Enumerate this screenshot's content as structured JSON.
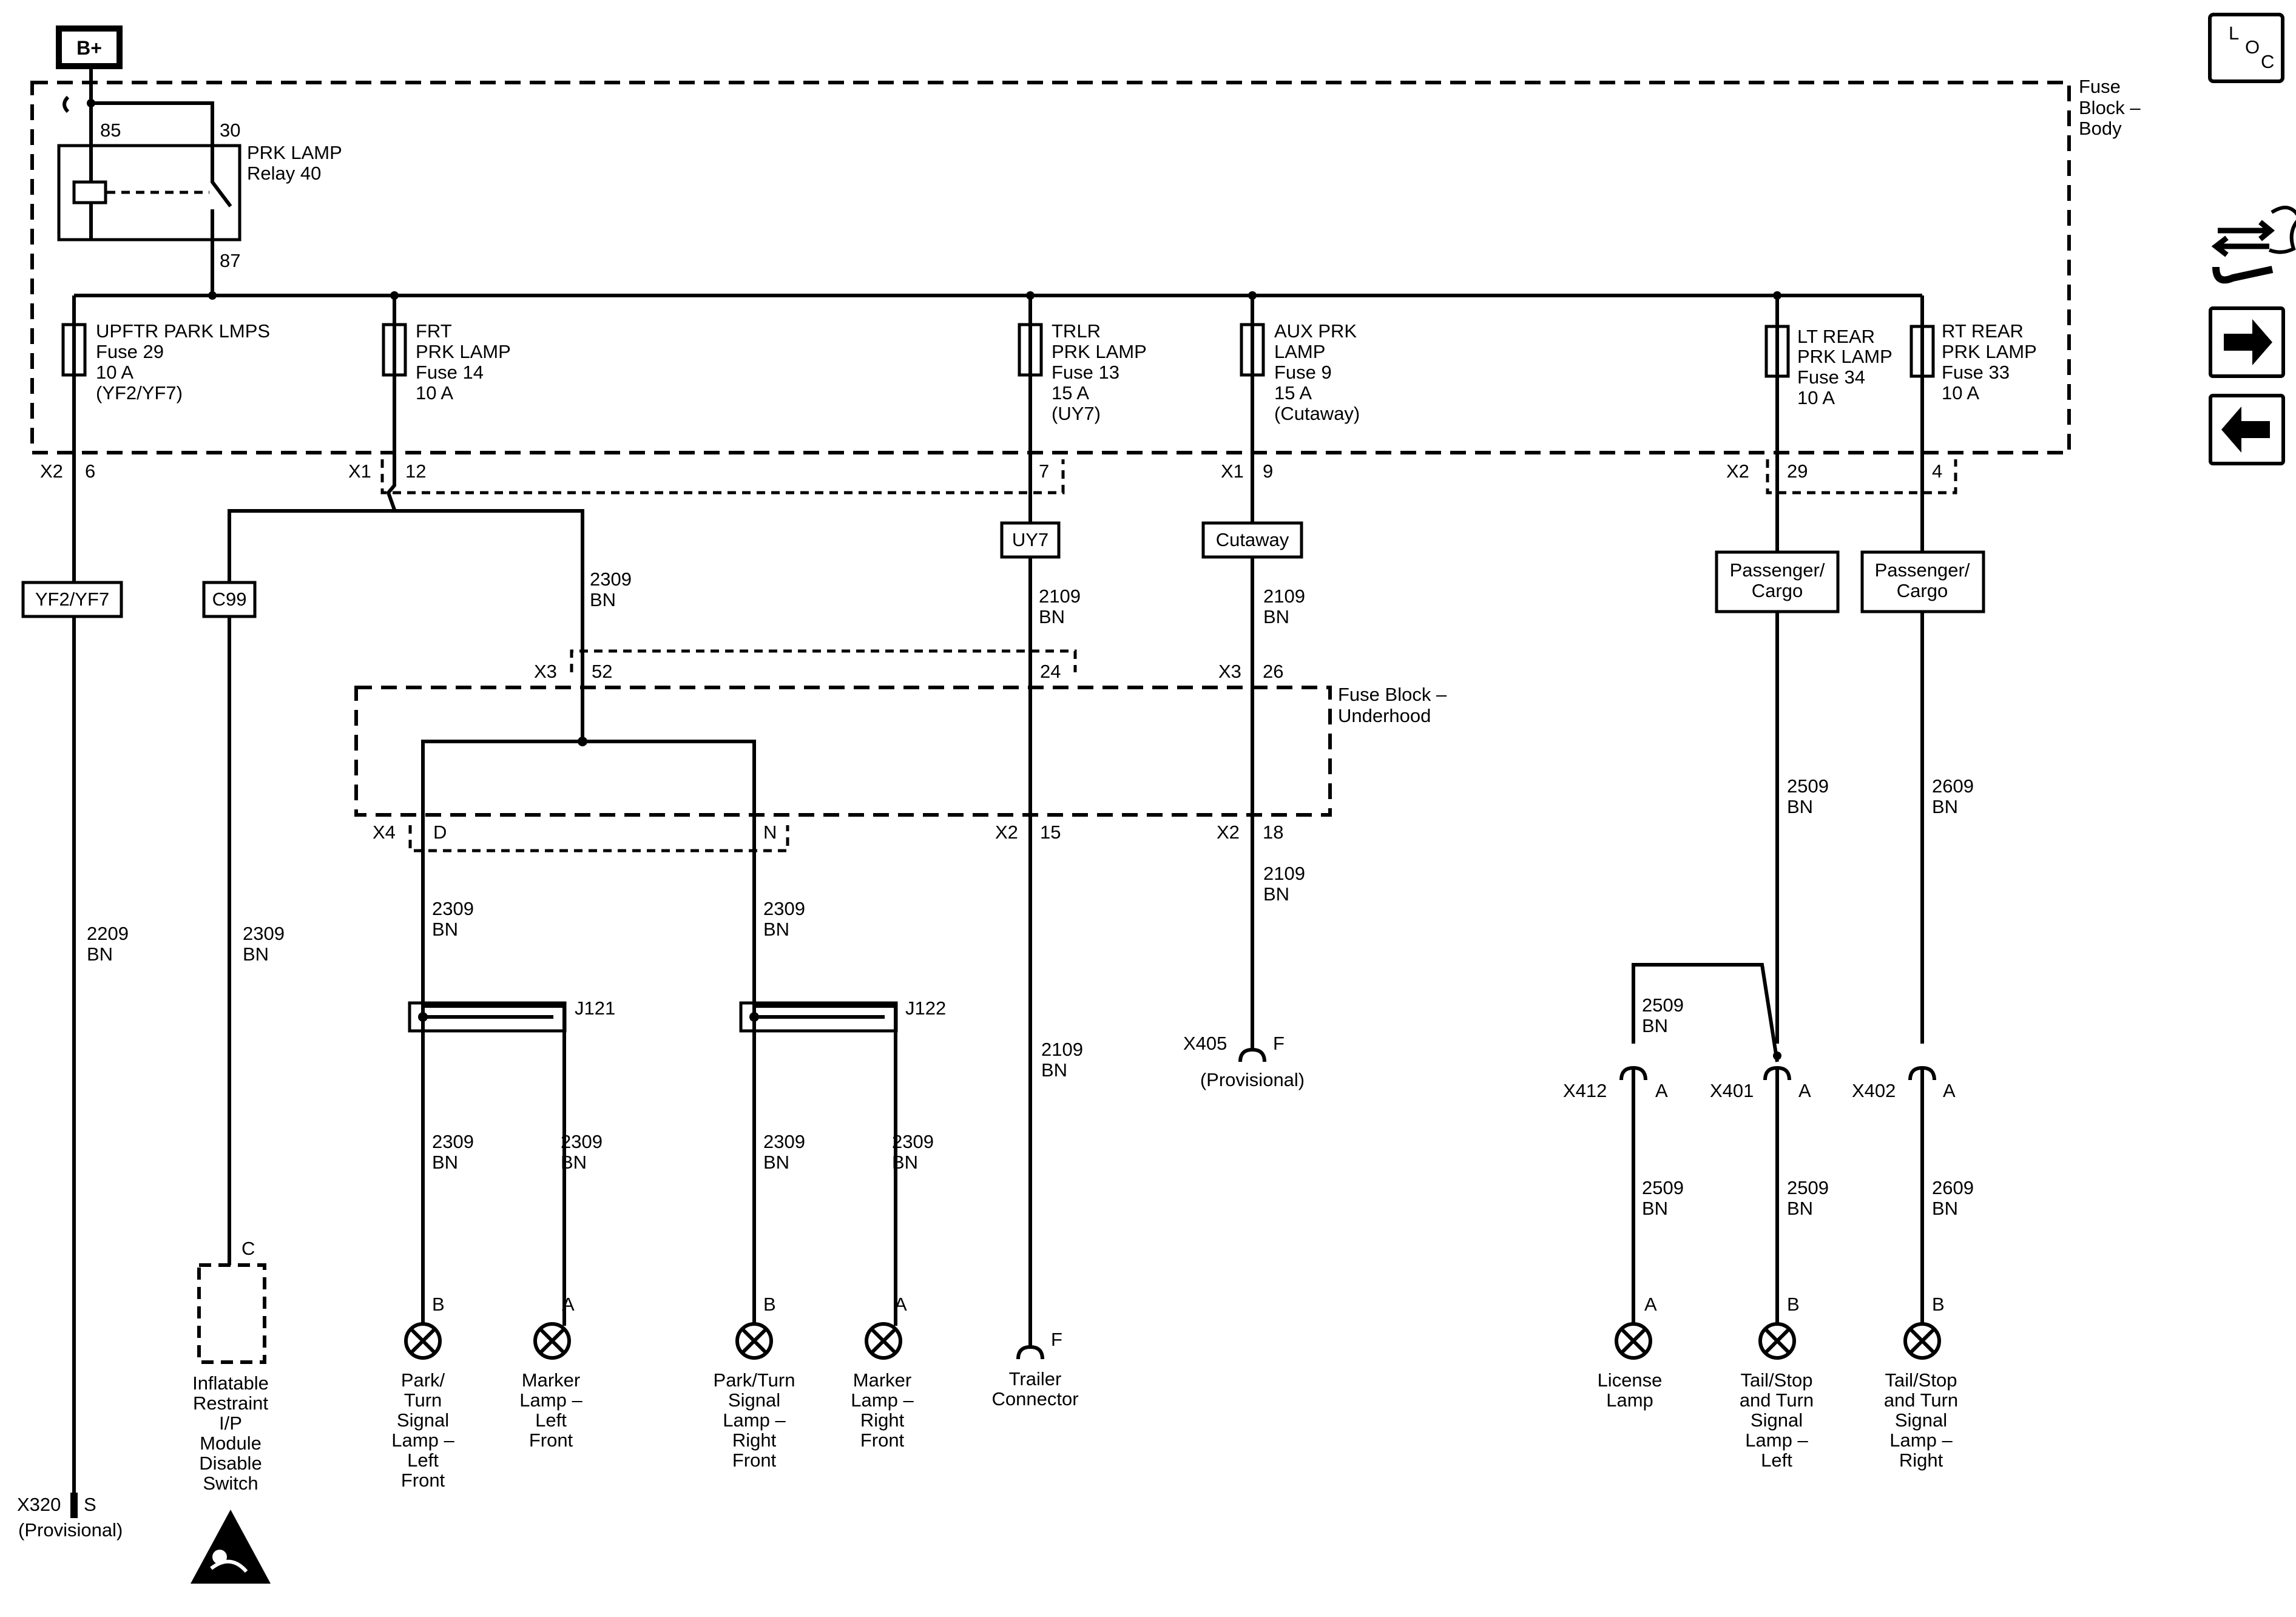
{
  "bplus": "B+",
  "loc": {
    "l": "L",
    "o": "O",
    "c": "C"
  },
  "relay": {
    "title": "PRK LAMP",
    "sub": "Relay 40",
    "p85": "85",
    "p30": "30",
    "p87": "87"
  },
  "fuse_block_body": [
    "Fuse",
    "Block –",
    "Body"
  ],
  "fuse_block_underhood": [
    "Fuse Block –",
    "Underhood"
  ],
  "fuses": [
    {
      "lines": [
        "UPFTR PARK LMPS",
        "Fuse 29",
        "10 A",
        "(YF2/YF7)"
      ]
    },
    {
      "lines": [
        "FRT",
        "PRK LAMP",
        "Fuse 14",
        "10 A"
      ]
    },
    {
      "lines": [
        "TRLR",
        "PRK LAMP",
        "Fuse 13",
        "15 A",
        "(UY7)"
      ]
    },
    {
      "lines": [
        "AUX PRK",
        "LAMP",
        "Fuse 9",
        "15 A",
        "(Cutaway)"
      ]
    },
    {
      "lines": [
        "LT REAR",
        "PRK LAMP",
        "Fuse 34",
        "10 A"
      ]
    },
    {
      "lines": [
        "RT REAR",
        "PRK LAMP",
        "Fuse 33",
        "10 A"
      ]
    }
  ],
  "connectors": {
    "x2_6": [
      "X2",
      "6"
    ],
    "x1_12": [
      "X1",
      "12"
    ],
    "t7": "7",
    "x1_9": [
      "X1",
      "9"
    ],
    "x2_29": [
      "X2",
      "29"
    ],
    "t4": "4",
    "x3_52": [
      "X3",
      "52"
    ],
    "t24": "24",
    "x3_26": [
      "X3",
      "26"
    ],
    "x4_d": [
      "X4",
      "D"
    ],
    "tn": "N",
    "x2_15": [
      "X2",
      "15"
    ],
    "x2_18": [
      "X2",
      "18"
    ]
  },
  "options": {
    "yf2": "YF2/YF7",
    "c99": "C99",
    "uy7": "UY7",
    "cutaway": "Cutaway",
    "pc1": [
      "Passenger/",
      "Cargo"
    ],
    "pc2": [
      "Passenger/",
      "Cargo"
    ]
  },
  "wires": {
    "w2309": [
      "2309",
      "BN"
    ],
    "w2109": [
      "2109",
      "BN"
    ],
    "w2209": [
      "2209",
      "BN"
    ],
    "w2509": [
      "2509",
      "BN"
    ],
    "w2609": [
      "2609",
      "BN"
    ]
  },
  "splices": {
    "j121": "J121",
    "j122": "J122"
  },
  "inline": {
    "x405": "X405",
    "x405_pin": "F",
    "prov": "(Provisional)",
    "x412": "X412",
    "x401": "X401",
    "x402": "X402",
    "pin_a": "A",
    "x320": "X320",
    "x320_pin": "S"
  },
  "pins": {
    "a": "A",
    "b": "B",
    "c": "C",
    "f": "F"
  },
  "loads": {
    "park_lf": [
      "Park/",
      "Turn",
      "Signal",
      "Lamp –",
      "Left",
      "Front"
    ],
    "marker_lf": [
      "Marker",
      "Lamp –",
      "Left",
      "Front"
    ],
    "park_rf": [
      "Park/Turn",
      "Signal",
      "Lamp –",
      "Right",
      "Front"
    ],
    "marker_rf": [
      "Marker",
      "Lamp –",
      "Right",
      "Front"
    ],
    "trailer": [
      "Trailer",
      "Connector"
    ],
    "license": [
      "License",
      "Lamp"
    ],
    "tail_l": [
      "Tail/Stop",
      "and Turn",
      "Signal",
      "Lamp –",
      "Left"
    ],
    "tail_r": [
      "Tail/Stop",
      "and Turn",
      "Signal",
      "Lamp –",
      "Right"
    ],
    "airbag": [
      "Inflatable",
      "Restraint",
      "I/P",
      "Module",
      "Disable",
      "Switch"
    ]
  },
  "nav_icons": [
    "loc-icon",
    "connector-views-icon",
    "next-page-icon",
    "previous-page-icon"
  ]
}
